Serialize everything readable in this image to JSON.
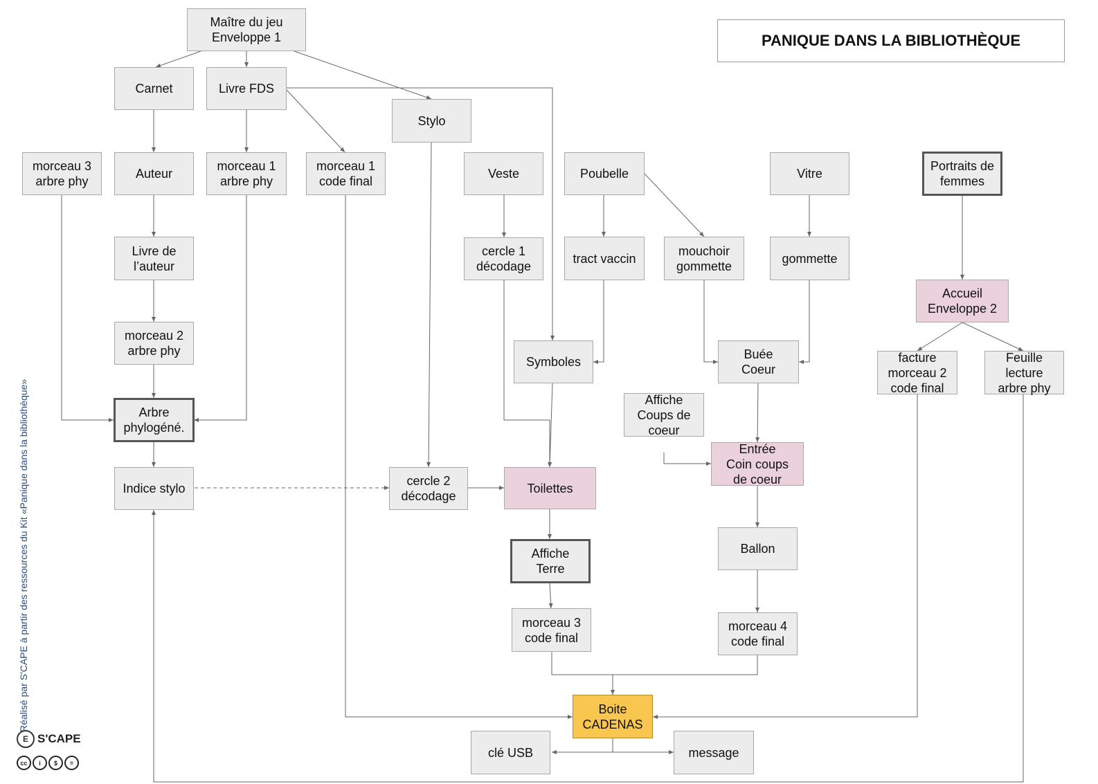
{
  "title": "PANIQUE DANS LA BIBLIOTHÈQUE",
  "credit": "Réalisé par S'CAPE à partir des ressources du Kit «Panique dans la bibliothèque»",
  "logo": {
    "mark": "E",
    "text": "S'CAPE",
    "icon": "scape-logo-icon"
  },
  "license_icons": [
    "cc",
    "by",
    "nc",
    "nd"
  ],
  "colors": {
    "node": "#ececec",
    "pink": "#ead1dc",
    "yellow": "#f9c74f",
    "line": "#666666"
  },
  "nodes": {
    "maitre": "Maître du jeu\nEnveloppe 1",
    "carnet": "Carnet",
    "livre_fds": "Livre FDS",
    "stylo": "Stylo",
    "m3_arbre": "morceau 3\narbre phy",
    "auteur": "Auteur",
    "m1_arbre": "morceau 1\narbre phy",
    "m1_code": "morceau 1\ncode final",
    "veste": "Veste",
    "poubelle": "Poubelle",
    "vitre": "Vitre",
    "portraits": "Portraits de\nfemmes",
    "livre_auteur": "Livre de\nl’auteur",
    "cercle1": "cercle 1\ndécodage",
    "tract": "tract vaccin",
    "mouchoir": "mouchoir\ngommette",
    "gommette": "gommette",
    "accueil": "Accueil\nEnveloppe 2",
    "m2_arbre": "morceau 2\narbre phy",
    "symboles": "Symboles",
    "buee": "Buée\nCoeur",
    "facture": "facture\nmorceau 2\ncode final",
    "feuille": "Feuille\nlecture\narbre phy",
    "arbre": "Arbre\nphylogéné.",
    "affiche_coups": "Affiche\nCoups de\ncoeur",
    "entree": "Entrée\nCoin coups\nde coeur",
    "indice": "Indice stylo",
    "cercle2": "cercle 2\ndécodage",
    "toilettes": "Toilettes",
    "affiche_terre": "Affiche\nTerre",
    "ballon": "Ballon",
    "m3_code": "morceau 3\ncode final",
    "m4_code": "morceau 4\ncode final",
    "boite": "Boite\nCADENAS",
    "cle": "clé USB",
    "message": "message"
  }
}
